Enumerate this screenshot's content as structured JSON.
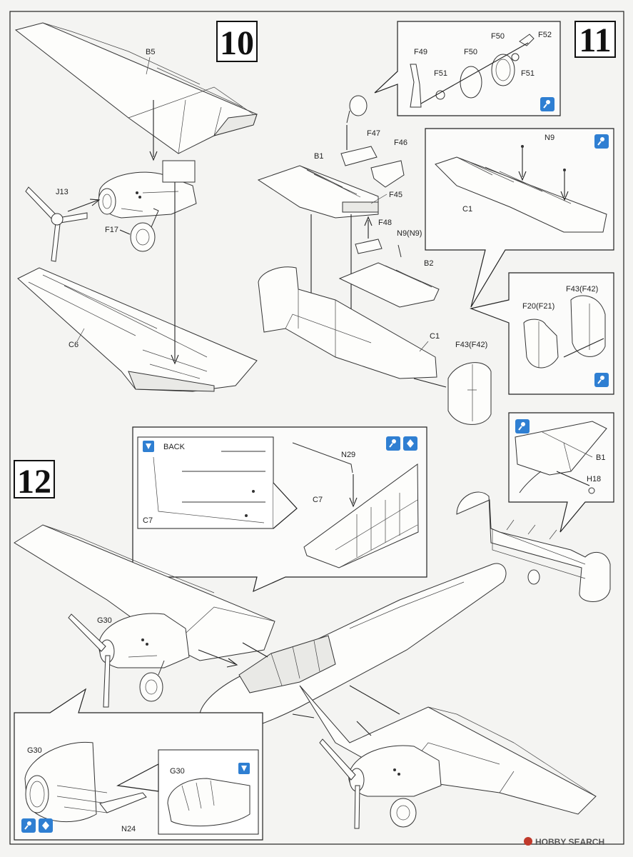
{
  "steps": {
    "step10": "10",
    "step11": "11",
    "step12": "12"
  },
  "parts": {
    "B5": "B5",
    "J13": "J13",
    "F17": "F17",
    "C6": "C6",
    "F49": "F49",
    "F50a": "F50",
    "F50b": "F50",
    "F51a": "F51",
    "F51b": "F51",
    "F52": "F52",
    "F47": "F47",
    "F46": "F46",
    "F45": "F45",
    "F48": "F48",
    "B1a": "B1",
    "N9N9": "N9(N9)",
    "N9": "N9",
    "C1a": "C1",
    "C1b": "C1",
    "B2": "B2",
    "F43F42a": "F43(F42)",
    "F43F42b": "F43(F42)",
    "F20F21": "F20(F21)",
    "B1b": "B1",
    "H18": "H18",
    "BACK": "BACK",
    "C7a": "C7",
    "C7b": "C7",
    "N29": "N29",
    "G30a": "G30",
    "G30b": "G30",
    "G30c": "G30",
    "N24": "N24"
  },
  "watermark": "HOBBY SEARCH",
  "colors": {
    "accent": "#2f7fd2",
    "line": "#333333"
  }
}
